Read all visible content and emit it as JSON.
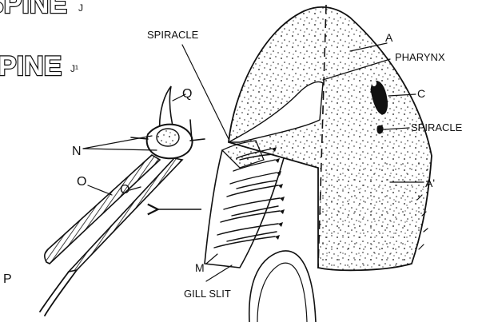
{
  "header": {
    "top_fragment": "SPINE",
    "top_suffix": "J",
    "second": "PINE",
    "second_suffix": "J¹"
  },
  "labels": {
    "spiracle_top": "SPIRACLE",
    "a": "A",
    "pharynx": "PHARYNX",
    "c": "C",
    "spiracle_right": "SPIRACLE",
    "a_prime": "A'",
    "q": "Q",
    "n": "N",
    "o_left": "O",
    "o_right": "O",
    "p": "P",
    "m": "M",
    "gill_slit": "GILL SLIT"
  },
  "colors": {
    "ink": "#111111",
    "paper": "#ffffff"
  }
}
